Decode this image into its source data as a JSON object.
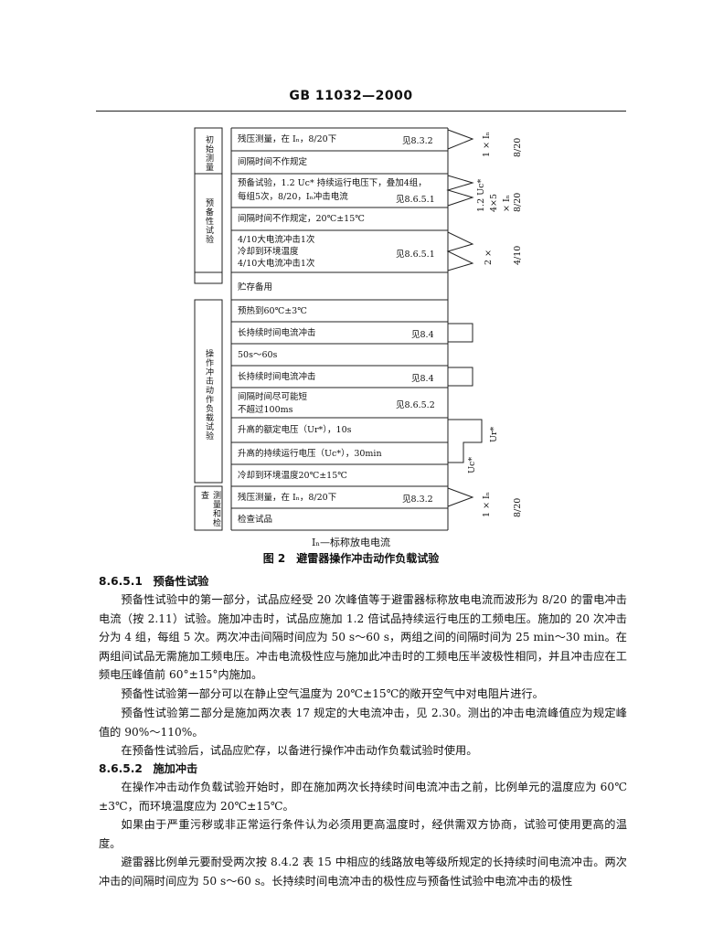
{
  "header": {
    "title": "GB 11032—2000"
  },
  "figure": {
    "sections": {
      "initial": "初始测量",
      "preconditioning": "预备性试验",
      "duty": "操作冲击动作负载试验",
      "final": "测量和检查"
    },
    "rows": {
      "r1": "残压测量，在 Iₙ，8/20下",
      "r1_ref": "见8.3.2",
      "r2": "间隔时间不作规定",
      "r3a": "预备试验，1.2 Uc* 持续运行电压下，叠加4组，",
      "r3b": "每组5次，8/20，Iₙ冲击电流",
      "r3_ref": "见8.6.5.1",
      "r4": "间隔时间不作规定，20℃±15℃",
      "r5a": "4/10大电流冲击1次",
      "r5b": "冷却到环境温度",
      "r5c": "4/10大电流冲击1次",
      "r5_ref": "见8.6.5.1",
      "r6": "贮存备用",
      "r7": "预热到60℃±3℃",
      "r8": "长持续时间电流冲击",
      "r8_ref": "见8.4",
      "r9": "50s～60s",
      "r10": "长持续时间电流冲击",
      "r10_ref": "见8.4",
      "r11a": "间隔时间尽可能短",
      "r11b": "不超过100ms",
      "r11_ref": "见8.6.5.2",
      "r12": "升高的额定电压（Ur*），10s",
      "r13": "升高的持续运行电压（Uc*），30min",
      "r14": "冷却到环境温度20℃±15℃",
      "r15": "残压测量，在 Iₙ，8/20下",
      "r15_ref": "见8.3.2",
      "r16": "检查试品"
    },
    "right_labels": {
      "a1": "1 × Iₙ",
      "a2": "8/20",
      "b1": "1.2 Uc*",
      "b2": "4×5",
      "b3": "× Iₙ",
      "b4": "8/20",
      "c1": "2 ×",
      "c2": "4/10",
      "d1": "Ur*",
      "d2": "Uc*",
      "e1": "1 × Iₙ",
      "e2": "8/20"
    },
    "note": "Iₙ—标称放电电流",
    "caption": "图 2　避雷器操作冲击动作负载试验"
  },
  "text": {
    "s1_num": "8.6.5.1",
    "s1_title": "预备性试验",
    "p1": "预备性试验中的第一部分，试品应经受 20 次峰值等于避雷器标称放电电流而波形为 8/20 的雷电冲击电流（按 2.11）试验。施加冲击时，试品应施加 1.2 倍试品持续运行电压的工频电压。施加的 20 次冲击分为 4 组，每组 5 次。两次冲击间隔时间应为 50 s～60 s，两组之间的间隔时间为 25 min～30 min。在两组间试品无需施加工频电压。冲击电流极性应与施加此冲击时的工频电压半波极性相同，并且冲击应在工频电压峰值前 60°±15°内施加。",
    "p2": "预备性试验第一部分可以在静止空气温度为 20℃±15℃的敞开空气中对电阻片进行。",
    "p3": "预备性试验第二部分是施加两次表 17 规定的大电流冲击，见 2.30。测出的冲击电流峰值应为规定峰值的 90%～110%。",
    "p4": "在预备性试验后，试品应贮存，以备进行操作冲击动作负载试验时使用。",
    "s2_num": "8.6.5.2",
    "s2_title": "施加冲击",
    "p5": "在操作冲击动作负载试验开始时，即在施加两次长持续时间电流冲击之前，比例单元的温度应为 60℃±3℃，而环境温度应为 20℃±15℃。",
    "p6": "如果由于严重污秽或非正常运行条件认为必须用更高温度时，经供需双方协商，试验可使用更高的温度。",
    "p7": "避雷器比例单元要耐受两次按 8.4.2 表 15 中相应的线路放电等级所规定的长持续时间电流冲击。两次冲击的间隔时间应为 50 s～60 s。长持续时间电流冲击的极性应与预备性试验中电流冲击的极性"
  }
}
